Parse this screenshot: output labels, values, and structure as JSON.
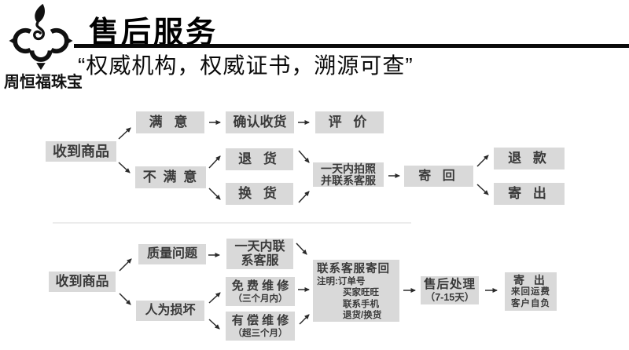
{
  "brand": {
    "name": "周恒福珠宝"
  },
  "header": {
    "title": "售后服务",
    "subtitle": "“权威机构，权威证书，溯源可查”"
  },
  "flow1": {
    "receive": "收到商品",
    "satisfied": "满 意",
    "confirm": "确认收货",
    "review": "评 价",
    "unsatisfied": "不 满 意",
    "return_goods": "退 货",
    "exchange_goods": "换 货",
    "photo_line1": "一天内拍照",
    "photo_line2": "并联系客服",
    "send_back": "寄 回",
    "refund": "退 款",
    "send_out": "寄 出"
  },
  "flow2": {
    "receive": "收到商品",
    "quality_issue": "质量问题",
    "contact_line1": "一天内联",
    "contact_line2": "系客服",
    "man_made_damage": "人为损坏",
    "free_repair_line1": "免 费 维 修",
    "free_repair_line2": "（三个月内）",
    "paid_repair_line1": "有 偿 维 修",
    "paid_repair_line2": "（超三个月）",
    "sendback_title": "联系客服寄回",
    "sendback_note": "注明:订单号",
    "sendback_item1": "买家旺旺",
    "sendback_item2": "联系手机",
    "sendback_item3": "退货/换货",
    "process_line1": "售后处理",
    "process_line2": "（7-15天）",
    "ship_title": "寄 出",
    "ship_line1": "来回运费",
    "ship_line2": "客户自负"
  },
  "colors": {
    "box_background": "#d9d9d9",
    "box_text": "#3a3a3a",
    "arrow": "#2a2a2a",
    "title": "#000000",
    "separator": "#ececec"
  }
}
